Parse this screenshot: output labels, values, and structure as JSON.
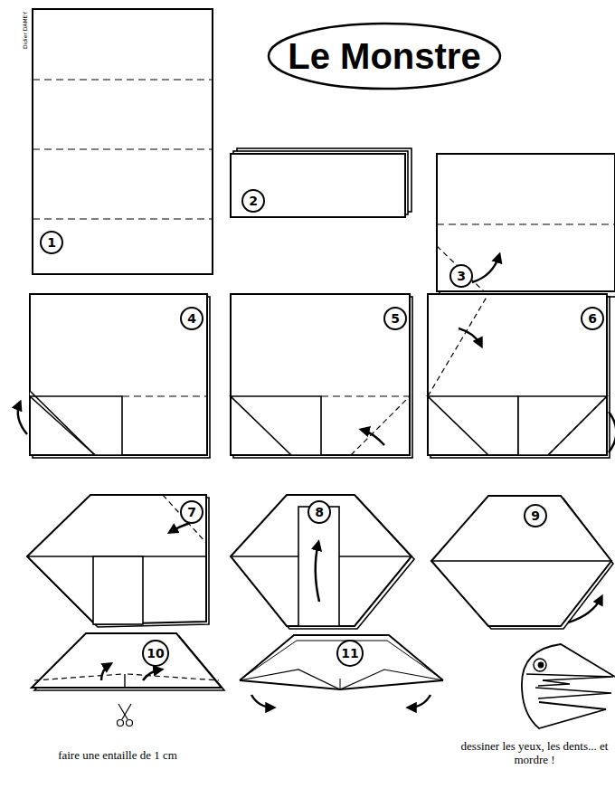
{
  "diagram": {
    "title": "Le Monstre",
    "nodes": [
      {
        "text": [
          "1"
        ]
      },
      {
        "text": [
          "2"
        ]
      },
      {
        "text": [
          "3"
        ]
      },
      {
        "text": [
          "4"
        ]
      },
      {
        "text": [
          "5"
        ]
      },
      {
        "text": [
          "6"
        ]
      },
      {
        "text": [
          "7"
        ]
      },
      {
        "text": [
          "8"
        ]
      },
      {
        "text": [
          "9"
        ]
      },
      {
        "text": [
          "10"
        ]
      },
      {
        "text": [
          "11"
        ]
      }
    ],
    "edges": [],
    "labels": [
      "Didier DAMEY",
      "faire une entaille de 1 cm",
      "dessiner les yeux, les dents... et mordre !"
    ]
  }
}
